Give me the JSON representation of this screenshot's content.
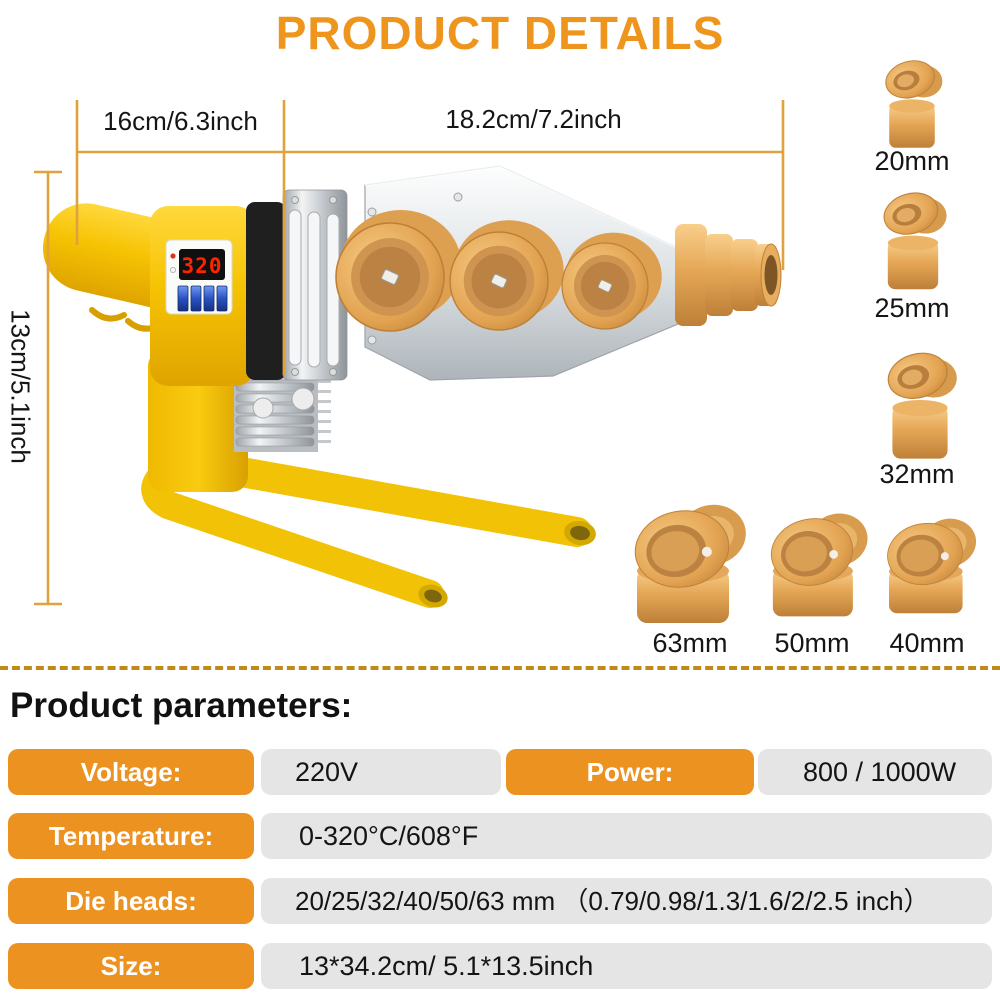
{
  "title": "PRODUCT DETAILS",
  "product_image": {
    "display_value": "320",
    "dim_width_left": "16cm/6.3inch",
    "dim_width_right": "18.2cm/7.2inch",
    "dim_height": "13cm/5.1inch",
    "die_labels_right": [
      "20mm",
      "25mm",
      "32mm"
    ],
    "die_labels_bottom": [
      "63mm",
      "50mm",
      "40mm"
    ]
  },
  "parameters": {
    "heading": "Product parameters:",
    "rows": [
      {
        "label_a": "Voltage:",
        "value_a": "220V",
        "label_b": "Power:",
        "value_b": "800 / 1000W"
      },
      {
        "label": "Temperature:",
        "value": "0-320°C/608°F"
      },
      {
        "label": "Die heads:",
        "value": "20/25/32/40/50/63 mm （0.79/0.98/1.3/1.6/2/2.5 inch）"
      },
      {
        "label": "Size:",
        "value": "13*34.2cm/ 5.1*13.5inch"
      }
    ]
  },
  "colors": {
    "title_orange": "#EE951D",
    "dimension_line": "#DFA23C",
    "label_pill_bg": "#EC9221",
    "value_pill_bg": "#E5E5E5",
    "separator_dash": "#C08A1A",
    "machine_yellow": "#F6C303",
    "die_gold": "#E2A352",
    "display_red": "#FF2400"
  }
}
